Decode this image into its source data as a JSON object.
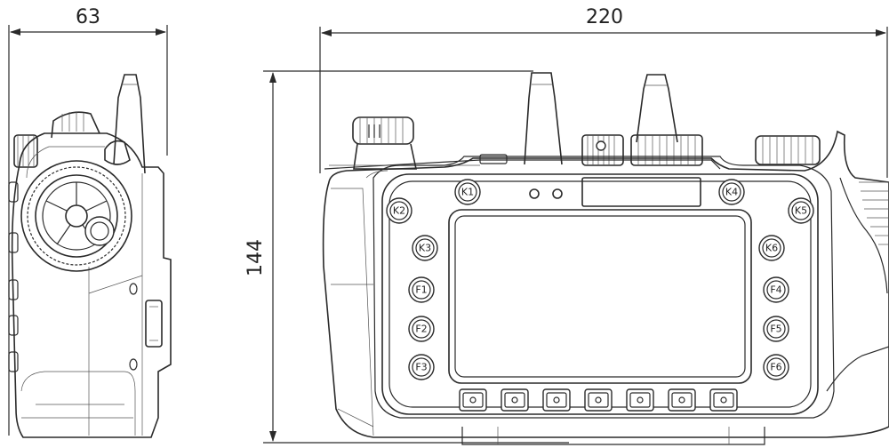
{
  "dimensions": {
    "side_width": "63",
    "front_width": "220",
    "height": "144"
  },
  "buttons": {
    "left_column": [
      "K2",
      "K3",
      "F1",
      "F2",
      "F3"
    ],
    "top_left": "K1",
    "top_right": "K4",
    "right_column": [
      "K5",
      "K6",
      "F4",
      "F5",
      "F6"
    ]
  },
  "bottom_button_count": 7
}
